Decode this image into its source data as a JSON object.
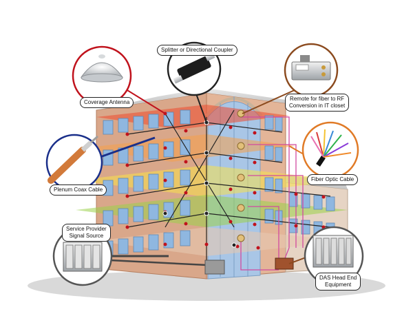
{
  "labels": {
    "coverage_antenna": "Coverage Antenna",
    "splitter": "Splitter or Directional Coupler",
    "remote_line1": "Remote for fiber to RF",
    "remote_line2": "Conversion in IT closet",
    "fiber_optic": "Fiber Optic Cable",
    "plenum_coax": "Plenum Coax Cable",
    "service_line1": "Service Provider",
    "service_line2": "Signal Source",
    "das_line1": "DAS Head End",
    "das_line2": "Equipment"
  },
  "colors": {
    "coax_line": "#222222",
    "fiber_line": "#d14aa0",
    "red_callout": "#c0121c",
    "blue_callout": "#1a2f8a",
    "orange_callout": "#e07a26",
    "brown_callout": "#8b4a1e",
    "building_wall": "#d9a78a",
    "window_glass": "#8fb7e0",
    "floor_red": "#ef4a2e",
    "floor_orange": "#f5a04a",
    "floor_yellow": "#f7e24a",
    "floor_green": "#9bd24a"
  }
}
